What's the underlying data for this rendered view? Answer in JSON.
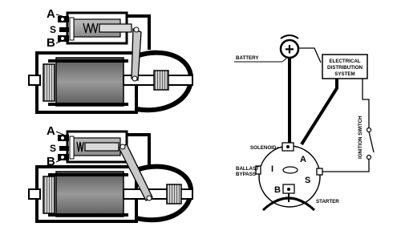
{
  "top_starter": {
    "label_a": "A",
    "label_s": "S",
    "label_b": "B"
  },
  "bottom_starter": {
    "label_a": "A",
    "label_s": "S",
    "label_b": "B"
  },
  "wiring": {
    "battery_label": "BATTERY",
    "battery_symbol": "+",
    "eds_line1": "ELECTRICAL",
    "eds_line2": "DISTRIBUTION",
    "eds_line3": "SYSTEM",
    "ignition_switch_label": "IGNITION SWITCH",
    "solenoid_label": "SOLENOID",
    "ballast_line1": "BALLAST",
    "ballast_line2": "BYPASS",
    "starter_label": "STARTER",
    "term_a": "A",
    "term_i": "I",
    "term_s": "S",
    "term_b": "B"
  }
}
